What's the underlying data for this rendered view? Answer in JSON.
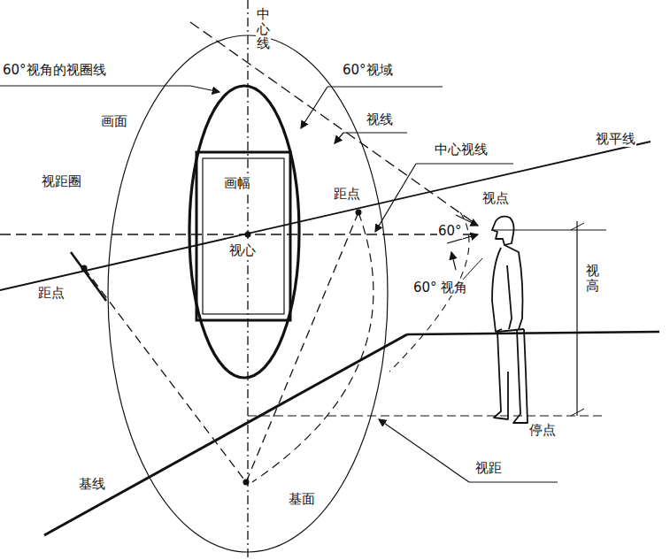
{
  "diagram": {
    "nodes": [
      {
        "text": [
          "画幅",
          "视心"
        ]
      }
    ],
    "labels": [
      "中心线",
      "60°视角的视圈线",
      "60°视域",
      "画面",
      "视线",
      "中心视线",
      "视平线",
      "视距圈",
      "距点",
      "视点",
      "60°",
      "视高",
      "距点",
      "60° 视角",
      "基线",
      "基面",
      "停点",
      "视距"
    ]
  }
}
